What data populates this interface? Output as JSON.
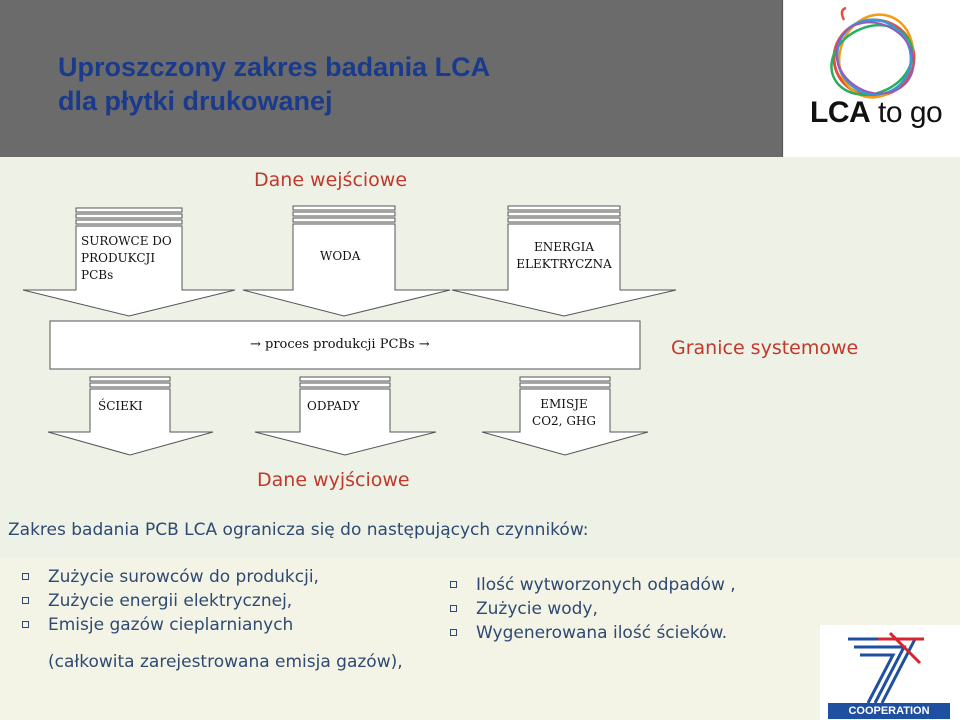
{
  "header": {
    "title_line1": "Uproszczony zakres badania LCA",
    "title_line2": "dla płytki drukowanej",
    "logo_text_bold": "LCA",
    "logo_text_light": " to go"
  },
  "diagram": {
    "inputs_label": "Dane wejściowe",
    "outputs_label": "Dane wyjściowe",
    "system_boundary_label": "Granice systemowe",
    "inputs": [
      {
        "lines": [
          "SUROWCE DO",
          "PRODUKCJI",
          "PCBs"
        ]
      },
      {
        "lines": [
          "WODA"
        ]
      },
      {
        "lines": [
          "ENERGIA",
          "ELEKTRYCZNA"
        ]
      }
    ],
    "process": "→ proces produkcji PCBs →",
    "outputs": [
      {
        "lines": [
          "ŚCIEKI"
        ]
      },
      {
        "lines": [
          "ODPADY"
        ]
      },
      {
        "lines": [
          "EMISJE",
          "CO2, GHG"
        ]
      }
    ]
  },
  "description": "Zakres badania PCB LCA ogranicza się do następujących czynników:",
  "factors_left": [
    "Zużycie surowców do produkcji,",
    "Zużycie energii elektrycznej,",
    "Emisje gazów cieplarnianych"
  ],
  "factors_left_continuation": "(całkowita zarejestrowana emisja gazów),",
  "factors_right": [
    "Ilość wytworzonych odpadów ,",
    "Zużycie wody,",
    "Wygenerowana ilość ścieków."
  ],
  "footer_logo": {
    "label": "COOPERATION"
  },
  "colors": {
    "title": "#1a3a8c",
    "header_bg": "#6b6b6b",
    "red_label": "#c0392b",
    "body_text": "#2e4a72",
    "fp7_blue": "#1f4fa0",
    "fp7_red": "#d9232e"
  }
}
